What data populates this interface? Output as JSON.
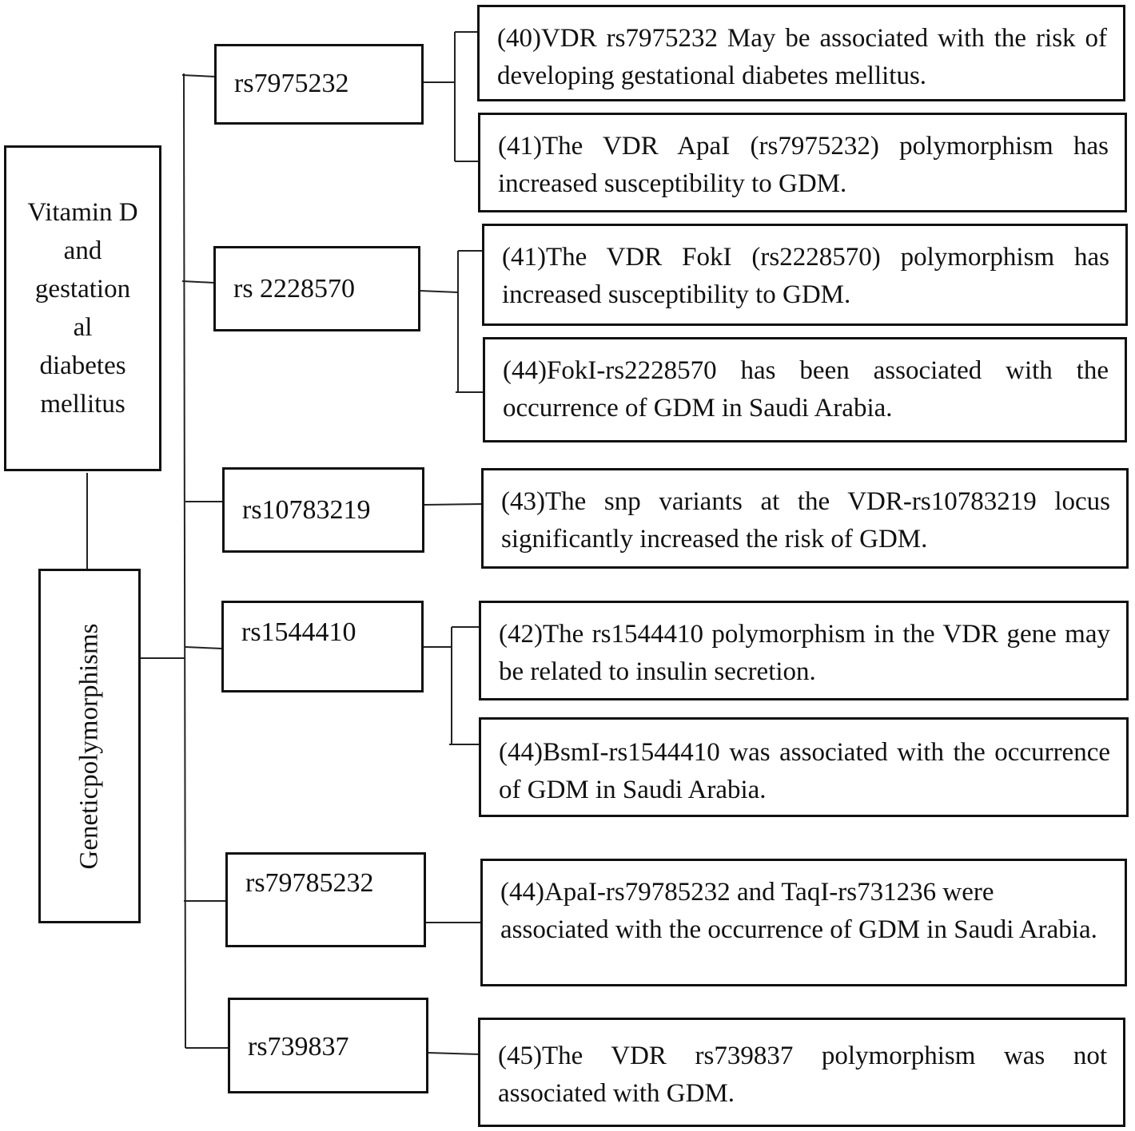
{
  "root": {
    "label": "Vitamin D and gestation al diabetes mellitus"
  },
  "category": {
    "label_left": "Genetic",
    "label_right": "polymorphisms"
  },
  "snps": [
    {
      "label": "rs7975232"
    },
    {
      "label": "rs 2228570"
    },
    {
      "label": "rs10783219"
    },
    {
      "label": "rs1544410"
    },
    {
      "label": "rs79785232"
    },
    {
      "label": "rs739837"
    }
  ],
  "findings": [
    {
      "text": "(40)VDR rs7975232 May be associated with the risk of developing gestational diabetes mellitus."
    },
    {
      "text": "(41)The VDR ApaI (rs7975232) polymorphism has increased susceptibility to GDM."
    },
    {
      "text": "(41)The VDR FokI (rs2228570) polymorphism has increased susceptibility to GDM."
    },
    {
      "text": "(44)FokI-rs2228570 has been associated with the occurrence of GDM in Saudi Arabia."
    },
    {
      "text": "(43)The snp variants at the VDR-rs10783219 locus significantly increased the risk of GDM."
    },
    {
      "text": "(42)The rs1544410 polymorphism in the VDR gene may be related to insulin secretion."
    },
    {
      "text": "(44)BsmI-rs1544410 was associated with the occurrence of GDM in Saudi Arabia."
    },
    {
      "text": "(44)ApaI-rs79785232 and TaqI-rs731236 were associated with the occurrence of GDM in Saudi Arabia."
    },
    {
      "text": "(45)The VDR rs739837 polymorphism was not associated with GDM."
    }
  ]
}
